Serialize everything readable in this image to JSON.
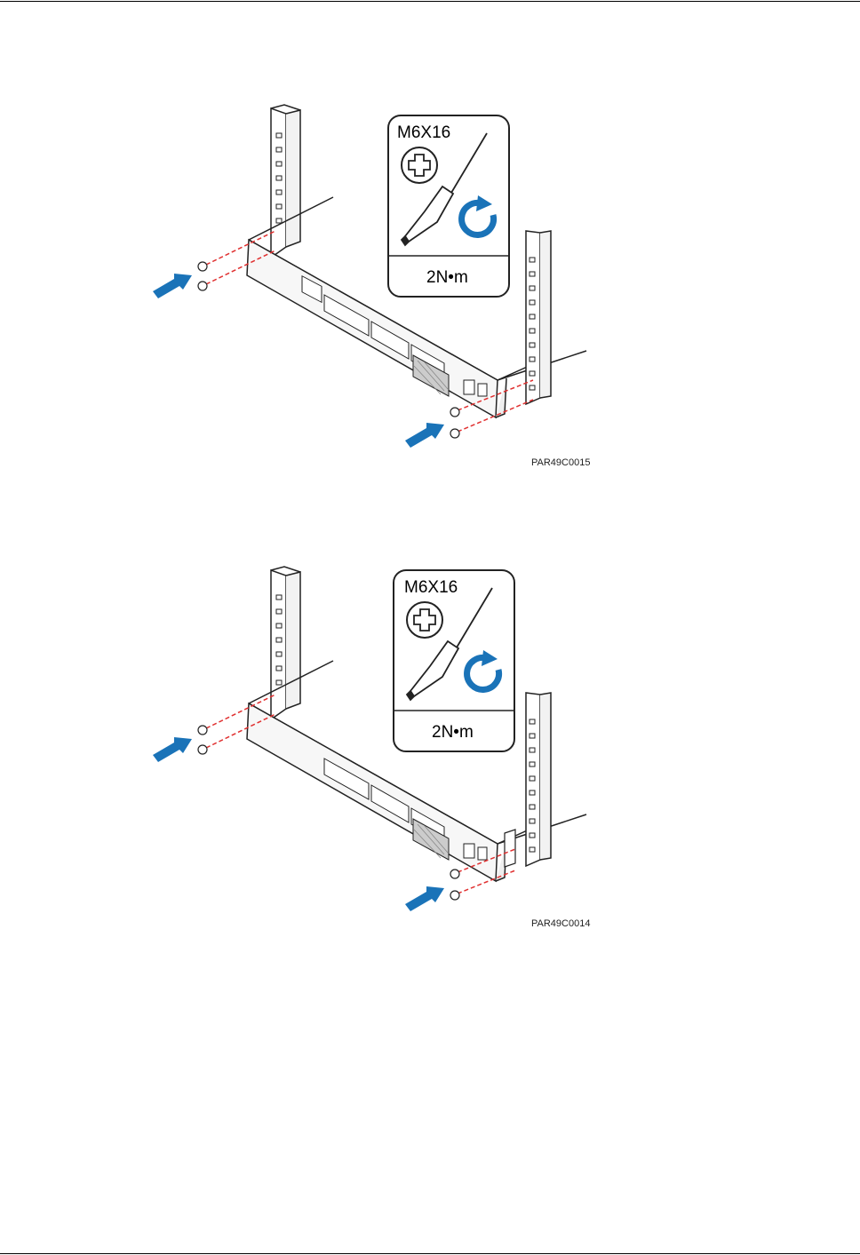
{
  "figures": [
    {
      "screw_spec": "M6X16",
      "torque": "2N•m",
      "figure_code": "PAR49C0015",
      "icons": [
        "phillips-screw-icon",
        "screwdriver-icon",
        "clockwise-rotate-icon",
        "push-arrow-icon"
      ]
    },
    {
      "screw_spec": "M6X16",
      "torque": "2N•m",
      "figure_code": "PAR49C0014",
      "icons": [
        "phillips-screw-icon",
        "screwdriver-icon",
        "clockwise-rotate-icon",
        "push-arrow-icon"
      ]
    }
  ],
  "colors": {
    "accent_blue": "#1a73b8",
    "dashed_red": "#e03030",
    "line": "#222222"
  }
}
